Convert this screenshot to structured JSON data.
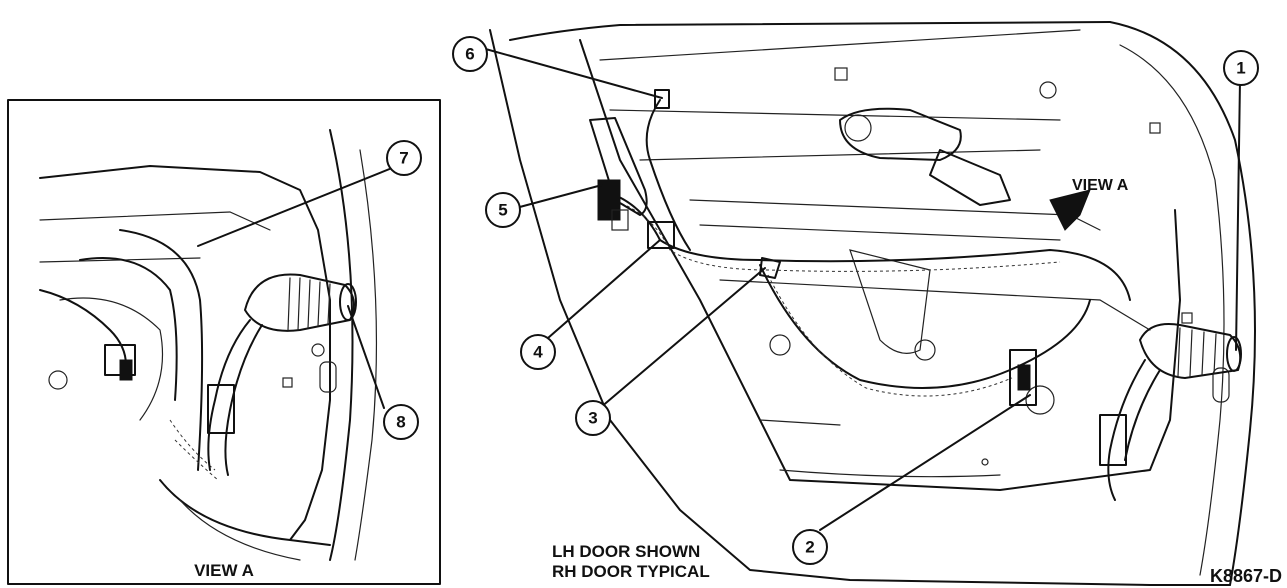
{
  "labels": {
    "view_a_inset": "VIEW A",
    "view_a_arrow": "VIEW A",
    "note_line1": "LH DOOR SHOWN",
    "note_line2": "RH DOOR TYPICAL",
    "figure_code": "K8867-D"
  },
  "callouts": [
    "1",
    "2",
    "3",
    "4",
    "5",
    "6",
    "7",
    "8"
  ]
}
